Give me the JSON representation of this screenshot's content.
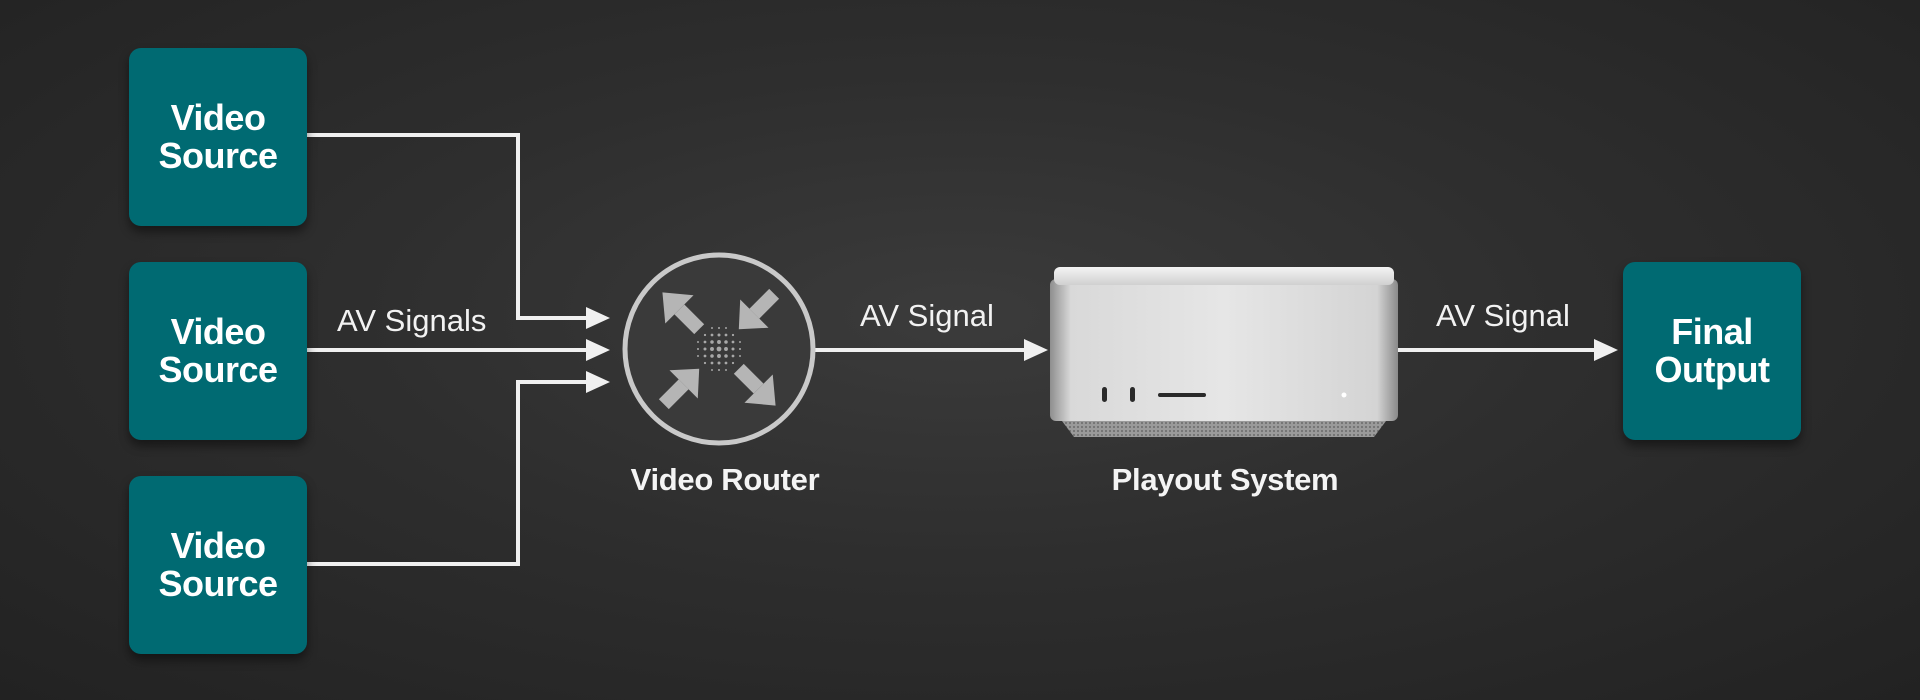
{
  "sources": [
    {
      "label": "Video Source"
    },
    {
      "label": "Video Source"
    },
    {
      "label": "Video Source"
    }
  ],
  "final_output": {
    "label": "Final Output"
  },
  "router": {
    "caption": "Video Router",
    "icon": "router-icon"
  },
  "playout": {
    "caption": "Playout System",
    "icon": "desktop-computer-icon"
  },
  "signals": {
    "inputs_label": "AV Signals",
    "router_to_playout": "AV Signal",
    "playout_to_output": "AV Signal"
  },
  "colors": {
    "box": "#006a72",
    "wire": "#f0f0f0",
    "background": "#2e2e2e"
  }
}
